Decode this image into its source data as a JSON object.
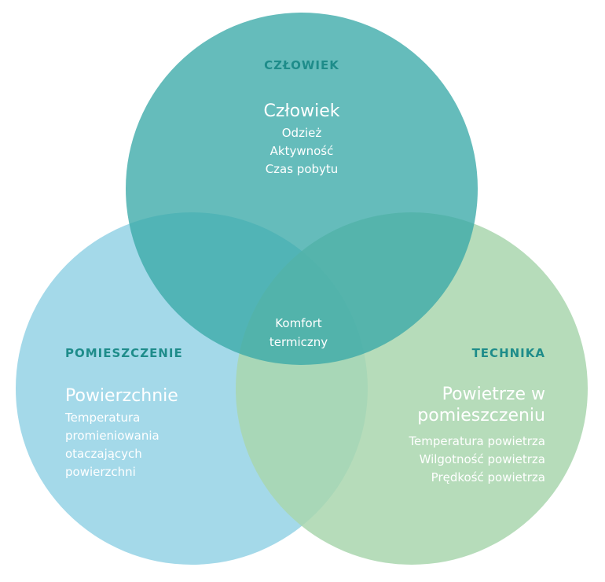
{
  "colors": {
    "top_circle": "#5db8b8",
    "left_circle": "#9fd7e8",
    "right_circle": "#a9d6ae",
    "heading_text": "#1e8c8a",
    "white_text": "#ffffff"
  },
  "czlowiek": {
    "heading": "CZŁOWIEK",
    "title": "Człowiek",
    "items": [
      "Odzież",
      "Aktywność",
      "Czas pobytu"
    ]
  },
  "pomieszczenie": {
    "heading": "POMIESZCZENIE",
    "title": "Powierzchnie",
    "items": [
      "Temperatura",
      "promieniowania",
      "otaczających",
      "powierzchni"
    ]
  },
  "technika": {
    "heading": "TECHNIKA",
    "title_lines": [
      "Powietrze w",
      "pomieszczeniu"
    ],
    "items": [
      "Temperatura powietrza",
      "Wilgotność powietrza",
      "Prędkość powietrza"
    ]
  },
  "center": {
    "lines": [
      "Komfort",
      "termiczny"
    ]
  }
}
